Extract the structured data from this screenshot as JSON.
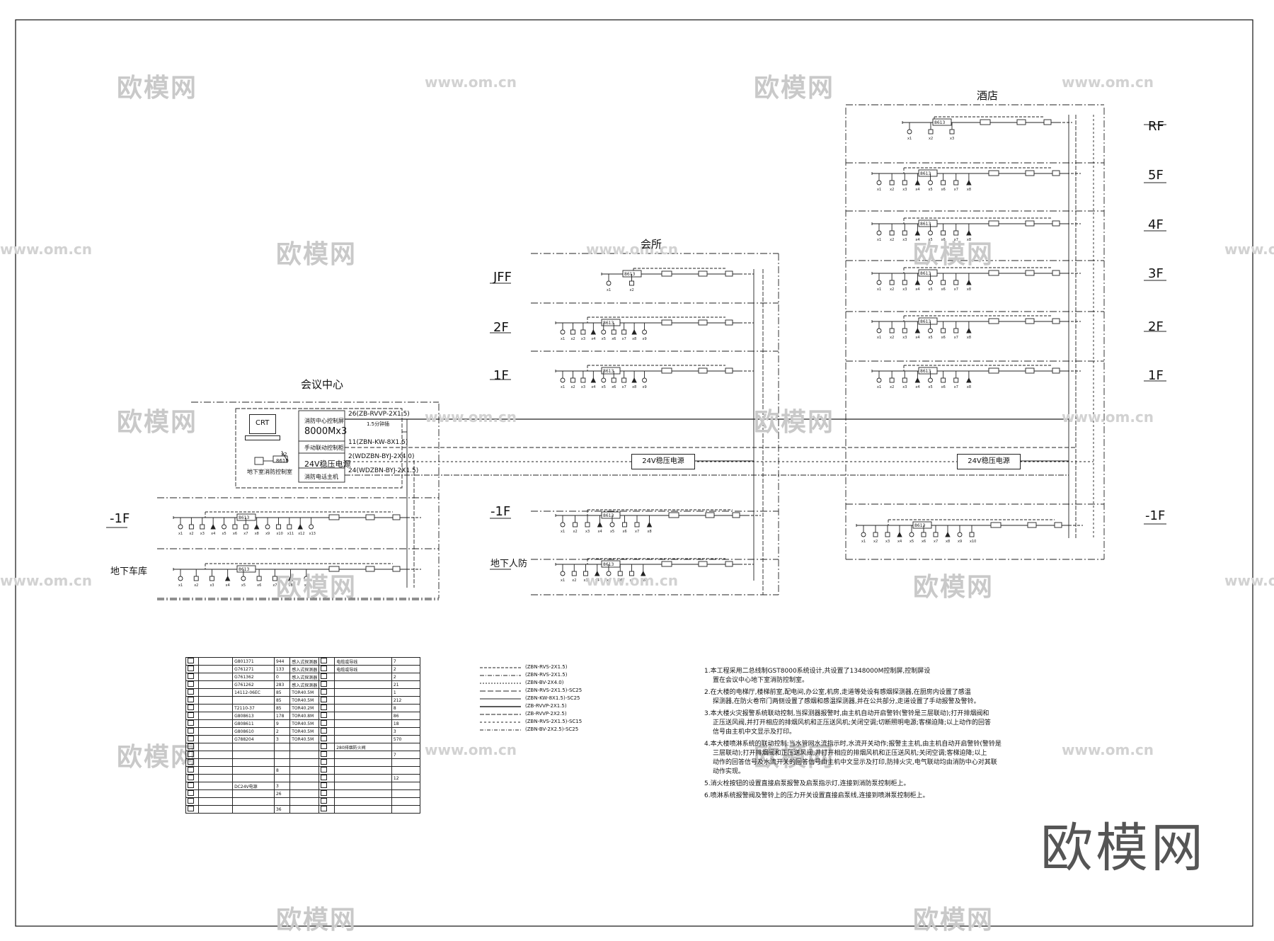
{
  "buildings": {
    "conference": "会议中心",
    "clubhouse": "会所",
    "hotel": "酒店"
  },
  "floors": {
    "conference": [
      "-1F",
      "地下车库"
    ],
    "clubhouse": [
      "JFF",
      "2F",
      "1F",
      "-1F",
      "地下人防"
    ],
    "hotel": [
      "RF",
      "5F",
      "4F",
      "3F",
      "2F",
      "1F",
      "-1F"
    ]
  },
  "control_room": {
    "crt": "CRT",
    "panel": "消防中心控制屏",
    "model": "8000Mx3",
    "manual": "手动联动控制柜",
    "power": "24V稳压电源",
    "phone": "消防电话主机",
    "room": "地下室消防控制室",
    "room_node": "8610",
    "room_count": "x2"
  },
  "cables": [
    "26(ZB-RVVP-2X1.5)",
    "1.5分钟插",
    "11(ZBN-KW-8X1.5)",
    "2(WDZBN-BYJ-2X4.0)",
    "24(WDZBN-BYJ-2X1.5)"
  ],
  "power_boxes": [
    "24V稳压电源",
    "24V稳压电源"
  ],
  "node_label": "8613",
  "notes": [
    "1.本工程采用二总线制GST8000系统设计,共设置了1348000M控制屏,控制屏设",
    "置在会议中心地下室消防控制室。",
    "2.在大楼的电梯厅,楼梯前室,配电间,办公室,机房,走道等处设有感烟探测器,在厨房内设置了感温",
    "探测器,在防火卷帘门两侧设置了感烟和感温探测器,并在公共部分,走道设置了手动报警及警铃。",
    "3.本大楼火灾报警系统联动控制,当探测器报警时,由主机自动开启警铃(警铃是三层联动);打开排烟阀和",
    "正压送风阀,并打开相应的排烟风机和正压送风机;关闭空调;切断照明电源;客梯迫降;以上动作的回答",
    "信号由主机中文显示及打印。",
    "4.本大楼喷淋系统的联动控制:当水管网水流指示时,水流开关动作;报警主主机,由主机自动开启警铃(警铃是",
    "三层联动);打开排烟阀和正压送风阀,并打开相应的排烟风机和正压送风机;关闭空调;客梯迫降;以上",
    "动作的回答信号及水流开关的回答信号由主机中文显示及打印,防排火灾,电气联动均由消防中心对其联",
    "动作实现。",
    "5.消火栓按钮的设置直接启泵报警及启泵指示灯,连接到消防泵控制柜上。",
    "6.喷淋系统报警阀及警铃上的压力开关设置直接启泵线,连接到喷淋泵控制柜上。"
  ],
  "legend_rows": [
    [
      "G801371",
      "944",
      "感入式探测器",
      "",
      "电缆或导线",
      "7"
    ],
    [
      "G761271",
      "133",
      "感入式探测器",
      "",
      "电缆或导线",
      "2"
    ],
    [
      "G761362",
      "0",
      "感入式探测器",
      "",
      "",
      "2"
    ],
    [
      "G761262",
      "283",
      "感入式探测器",
      "",
      "",
      "21"
    ],
    [
      "14112-06EC",
      "85",
      "TOR40.5M",
      "",
      "",
      "1"
    ],
    [
      "",
      "85",
      "TOR40.5M",
      "",
      "",
      "212"
    ],
    [
      "T2110-37",
      "85",
      "TOR40.2M",
      "",
      "",
      "8"
    ],
    [
      "G808613",
      "178",
      "TOR40.8M",
      "",
      "",
      "86"
    ],
    [
      "G808611",
      "9",
      "TOR40.5M",
      "",
      "",
      "18"
    ],
    [
      "G808610",
      "2",
      "TOR40.5M",
      "",
      "",
      "3"
    ],
    [
      "G788204",
      "3",
      "TOR40.5M",
      "",
      "",
      "570"
    ],
    [
      "",
      "",
      "",
      "",
      "280排烟防火阀",
      ""
    ],
    [
      "",
      "",
      "",
      "",
      "",
      "7"
    ],
    [
      "",
      "",
      "",
      "",
      "",
      ""
    ],
    [
      "",
      "8",
      "",
      "",
      "",
      ""
    ],
    [
      "",
      "",
      "",
      "",
      "",
      "12"
    ],
    [
      "DC24V电源",
      "3",
      "",
      "",
      "",
      ""
    ],
    [
      "",
      "26",
      "",
      "",
      "",
      ""
    ],
    [
      "",
      "",
      "",
      "",
      "",
      ""
    ],
    [
      "",
      "36",
      "",
      "",
      "",
      ""
    ]
  ],
  "line_legend": [
    "(ZBN-RVS-2X1.5)",
    "(ZBN-RVS-2X1.5)",
    "(ZBN-BV-2X4.0)",
    "(ZBN-RVS-2X1.5)-SC25",
    "(ZBN-KW-8X1.5)-SC25",
    "(ZB-RVVP-2X1.5)",
    "(ZB-RVVP-2X2.5)",
    "(ZBN-RVS-2X1.5)-SC15",
    "(ZBN-BV-2X2.5)-SC25"
  ],
  "watermarks": [
    "欧模网",
    "www.om.cn"
  ],
  "brand_mark": "欧模网"
}
